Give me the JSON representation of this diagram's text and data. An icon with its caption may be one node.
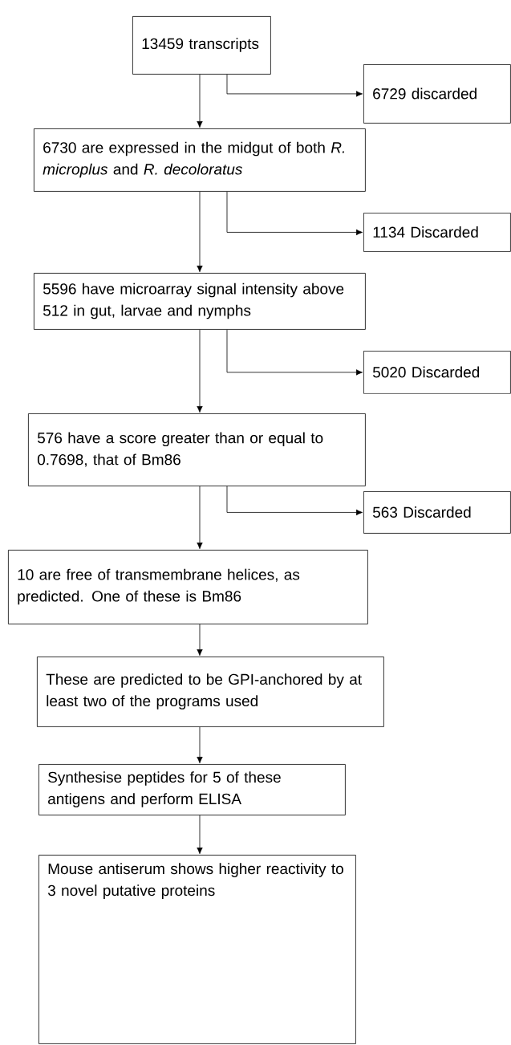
{
  "diagram": {
    "nodes": [
      {
        "text": [
          "13459 transcripts"
        ]
      },
      {
        "text": [
          "6729 discarded"
        ]
      },
      {
        "text": [
          "6730 are expressed in the midgut of both *R. microplus* and *R. decoloratus*"
        ]
      },
      {
        "text": [
          "1134 Discarded"
        ]
      },
      {
        "text": [
          "5596 have microarray signal intensity above 512 in gut, larvae and nymphs"
        ]
      },
      {
        "text": [
          "5020 Discarded"
        ]
      },
      {
        "text": [
          "576 have a score greater than or equal to 0.7698, that of Bm86"
        ]
      },
      {
        "text": [
          "563 Discarded"
        ]
      },
      {
        "text": [
          "10 are free of transmembrane helices, as predicted. One of these is Bm86"
        ]
      },
      {
        "text": [
          "These are predicted to be GPI-anchored by at least two of the programs used"
        ]
      },
      {
        "text": [
          "Synthesise peptides for 5 of these antigens and perform ELISA"
        ]
      },
      {
        "text": [
          "Mouse antiserum shows higher reactivity to 3 novel putative proteins"
        ]
      }
    ],
    "edges": [
      {
        "from": 0,
        "to": 1,
        "arrow": "to"
      },
      {
        "from": 0,
        "to": 2,
        "arrow": "to"
      },
      {
        "from": 2,
        "to": 3,
        "arrow": "to"
      },
      {
        "from": 2,
        "to": 4,
        "arrow": "to"
      },
      {
        "from": 4,
        "to": 5,
        "arrow": "to"
      },
      {
        "from": 4,
        "to": 6,
        "arrow": "to"
      },
      {
        "from": 6,
        "to": 7,
        "arrow": "to"
      },
      {
        "from": 6,
        "to": 8,
        "arrow": "to"
      },
      {
        "from": 8,
        "to": 9,
        "arrow": "to"
      },
      {
        "from": 9,
        "to": 10,
        "arrow": "to"
      },
      {
        "from": 10,
        "to": 11,
        "arrow": "to"
      }
    ]
  }
}
